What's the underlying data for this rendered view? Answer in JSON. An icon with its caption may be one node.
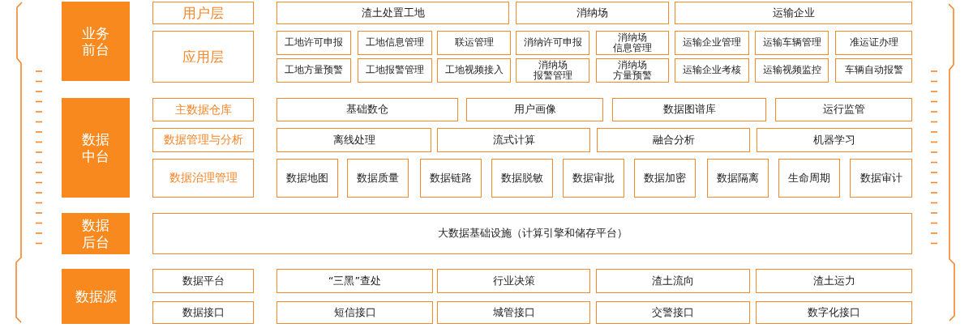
{
  "diagram": {
    "nodes": [
      {
        "text": [
          "业务前台"
        ]
      },
      {
        "text": [
          "用户层"
        ]
      },
      {
        "text": [
          "渣土处置工地"
        ]
      },
      {
        "text": [
          "消纳场"
        ]
      },
      {
        "text": [
          "运输企业"
        ]
      },
      {
        "text": [
          "应用层"
        ]
      },
      {
        "text": [
          "工地许可申报"
        ]
      },
      {
        "text": [
          "工地信息管理"
        ]
      },
      {
        "text": [
          "联运管理"
        ]
      },
      {
        "text": [
          "消纳许可申报"
        ]
      },
      {
        "text": [
          "消纳场信息管理"
        ]
      },
      {
        "text": [
          "运输企业管理"
        ]
      },
      {
        "text": [
          "运输车辆管理"
        ]
      },
      {
        "text": [
          "准运证办理"
        ]
      },
      {
        "text": [
          "工地方量预警"
        ]
      },
      {
        "text": [
          "工地报警管理"
        ]
      },
      {
        "text": [
          "工地视频接入"
        ]
      },
      {
        "text": [
          "消纳场报警管理"
        ]
      },
      {
        "text": [
          "消纳场方量预警"
        ]
      },
      {
        "text": [
          "运输企业考核"
        ]
      },
      {
        "text": [
          "运输视频监控"
        ]
      },
      {
        "text": [
          "车辆自动报警"
        ]
      },
      {
        "text": [
          "数据中台"
        ]
      },
      {
        "text": [
          "主数据仓库"
        ]
      },
      {
        "text": [
          "基础数仓"
        ]
      },
      {
        "text": [
          "用户画像"
        ]
      },
      {
        "text": [
          "数据图谱库"
        ]
      },
      {
        "text": [
          "运行监管"
        ]
      },
      {
        "text": [
          "数据管理与分析"
        ]
      },
      {
        "text": [
          "离线处理"
        ]
      },
      {
        "text": [
          "流式计算"
        ]
      },
      {
        "text": [
          "融合分析"
        ]
      },
      {
        "text": [
          "机器学习"
        ]
      },
      {
        "text": [
          "数据治理管理"
        ]
      },
      {
        "text": [
          "数据地图"
        ]
      },
      {
        "text": [
          "数据质量"
        ]
      },
      {
        "text": [
          "数据链路"
        ]
      },
      {
        "text": [
          "数据脱敏"
        ]
      },
      {
        "text": [
          "数据审批"
        ]
      },
      {
        "text": [
          "数据加密"
        ]
      },
      {
        "text": [
          "数据隔离"
        ]
      },
      {
        "text": [
          "生命周期"
        ]
      },
      {
        "text": [
          "数据审计"
        ]
      },
      {
        "text": [
          "数据后台"
        ]
      },
      {
        "text": [
          "大数据基础设施（计算引擎和储存平台）"
        ]
      },
      {
        "text": [
          "数据源"
        ]
      },
      {
        "text": [
          "数据平台"
        ]
      },
      {
        "text": [
          "“三黑”查处"
        ]
      },
      {
        "text": [
          "行业决策"
        ]
      },
      {
        "text": [
          "渣土流向"
        ]
      },
      {
        "text": [
          "渣土运力"
        ]
      },
      {
        "text": [
          "数据接口"
        ]
      },
      {
        "text": [
          "短信接口"
        ]
      },
      {
        "text": [
          "城管接口"
        ]
      },
      {
        "text": [
          "交警接口"
        ]
      },
      {
        "text": [
          "数字化接口"
        ]
      }
    ],
    "edges": []
  }
}
